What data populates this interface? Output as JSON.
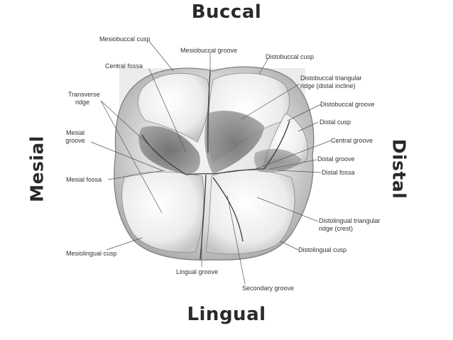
{
  "directions": {
    "top": "Buccal",
    "bottom": "Lingual",
    "left": "Mesial",
    "right": "Distal"
  },
  "labels": {
    "mesiobuccal_cusp": "Mesiobuccal cusp",
    "mesiobuccal_groove": "Mesiobuccal groove",
    "distobuccal_cusp": "Distobuccal cusp",
    "central_fossa": "Central fossa",
    "distobuccal_triangular_ridge_1": "Distobuccal triangular",
    "distobuccal_triangular_ridge_2": "ridge (distal incline)",
    "transverse_ridge_1": "Transverse",
    "transverse_ridge_2": "ridge",
    "distobuccal_groove": "Distobuccal groove",
    "distal_cusp": "Distal cusp",
    "mesial_groove_1": "Mesial",
    "mesial_groove_2": "groove",
    "central_groove": "Central groove",
    "distal_groove": "Distal groove",
    "distal_fossa": "Distal fossa",
    "mesial_fossa": "Mesial fossa",
    "distolingual_triangular_ridge_1": "Distolingual triangular",
    "distolingual_triangular_ridge_2": "ridge (crest)",
    "mesiolingual_cusp": "Mesiolingual cusp",
    "distolingual_cusp": "Distolingual cusp",
    "lingual_groove": "Lingual groove",
    "secondary_groove": "Secondary groove"
  }
}
